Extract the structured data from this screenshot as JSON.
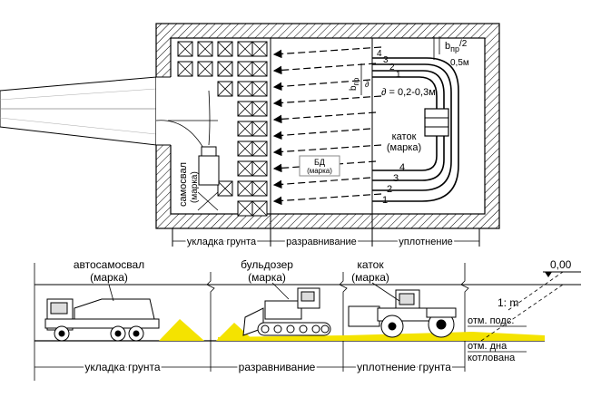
{
  "plan": {
    "label_truck": "самосвал",
    "label_truck_brand": "(марка)",
    "label_bd": "БД",
    "label_bd_brand": "(марка)",
    "label_roller": "каток",
    "label_roller_brand": "(марка)",
    "b_pr": "b",
    "b_pr_sub": "пр",
    "b_pr_half": "b",
    "b_pr_half_sub": "пр",
    "b_pr_half_div": "/2",
    "offset": "0,5м",
    "delta": "∂ = 0,2-0,3м",
    "delta_small": "∂",
    "pass_numbers": [
      "4",
      "3",
      "2",
      "1"
    ],
    "zones": [
      "укладка грунта",
      "разравнивание",
      "уплотнение"
    ]
  },
  "section": {
    "truck": "автосамосвал",
    "truck_brand": "(марка)",
    "bulldozer": "бульдозер",
    "bulldozer_brand": "(марка)",
    "roller": "каток",
    "roller_brand": "(марка)",
    "elevation_top": "0,00",
    "slope": "1: m",
    "mark_subgrade": "отм. подс.",
    "mark_bottom_1": "отм. дна",
    "mark_bottom_2": "котлована",
    "zones": [
      "укладка грунта",
      "разравнивание",
      "уплотнение грунта"
    ]
  }
}
